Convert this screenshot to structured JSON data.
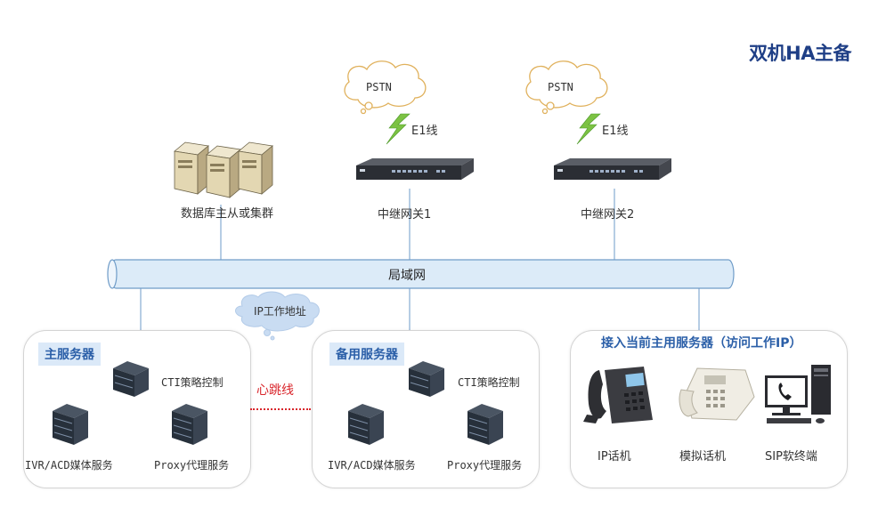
{
  "title": "双机HA主备",
  "pstn_left": "PSTN",
  "pstn_right": "PSTN",
  "e1_left": "E1线",
  "e1_right": "E1线",
  "database_label": "数据库主从或集群",
  "gateway1_label": "中继网关1",
  "gateway2_label": "中继网关2",
  "lan_label": "局域网",
  "ip_work_address": "IP工作地址",
  "heartbeat_label": "心跳线",
  "primary_panel": {
    "title": "主服务器",
    "cti": "CTI策略控制",
    "ivr": "IVR/ACD媒体服务",
    "proxy": "Proxy代理服务"
  },
  "backup_panel": {
    "title": "备用服务器",
    "cti": "CTI策略控制",
    "ivr": "IVR/ACD媒体服务",
    "proxy": "Proxy代理服务"
  },
  "client_panel": {
    "title": "接入当前主用服务器（访问工作IP）",
    "ip_phone": "IP话机",
    "analog_phone": "模拟话机",
    "sip_softphone": "SIP软终端"
  },
  "colors": {
    "lan_fill": "#dcebf8",
    "lan_stroke": "#6f9cc8",
    "title": "#1f3f86",
    "heartbeat": "#d9262c",
    "cloud_blue": "#c9dcf2"
  }
}
